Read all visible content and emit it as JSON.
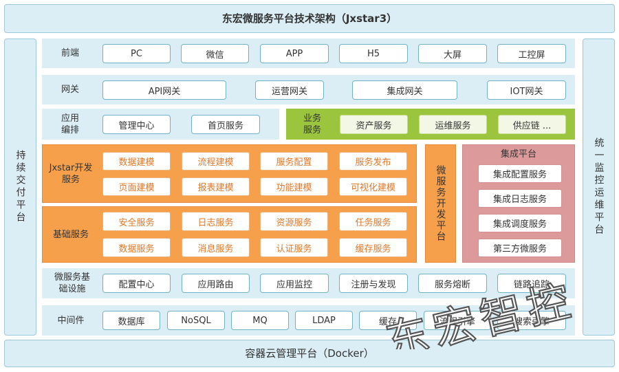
{
  "title": "东宏微服务平台技术架构（Jxstar3）",
  "left_side": "持续交付平台",
  "right_side": "统一监控运维平台",
  "bottom": "容器云管理平台（Docker）",
  "frontend": {
    "label": "前端",
    "items": [
      "PC",
      "微信",
      "APP",
      "H5",
      "大屏",
      "工控屏"
    ]
  },
  "gateway": {
    "label": "网关",
    "items": [
      "API网关",
      "运营网关",
      "集成网关",
      "IOT网关"
    ]
  },
  "app_orchestration": {
    "label": "应用编排",
    "items": [
      "管理中心",
      "首页服务"
    ]
  },
  "business": {
    "label": "业务服务",
    "items": [
      "资产服务",
      "运维服务",
      "供应链 ..."
    ]
  },
  "dev_services": {
    "label": "Jxstar开发服务",
    "items": [
      "数据建模",
      "流程建模",
      "服务配置",
      "服务发布",
      "页面建模",
      "报表建模",
      "功能建模",
      "可视化建模"
    ]
  },
  "base_services": {
    "label": "基础服务",
    "items": [
      "安全服务",
      "日志服务",
      "资源服务",
      "任务服务",
      "数据服务",
      "消息服务",
      "认证服务",
      "缓存服务"
    ]
  },
  "microservice_dev_platform": "微服务开发平台",
  "integration": {
    "label": "集成平台",
    "items": [
      "集成配置服务",
      "集成日志服务",
      "集成调度服务",
      "第三方微服务"
    ]
  },
  "infra": {
    "label": "微服务基础设施",
    "items": [
      "配置中心",
      "应用路由",
      "应用监控",
      "注册与发现",
      "服务熔断",
      "链路追踪"
    ]
  },
  "middleware": {
    "label": "中间件",
    "items": [
      "数据库",
      "NoSQL",
      "MQ",
      "LDAP",
      "缓存",
      "流程引擎",
      "搜索引擎"
    ]
  },
  "watermark": "东宏智控",
  "colors": {
    "frame": "#dbeef5",
    "orange": "#f6a04b",
    "green": "#9bc53d",
    "pink": "#dd9a9a"
  }
}
